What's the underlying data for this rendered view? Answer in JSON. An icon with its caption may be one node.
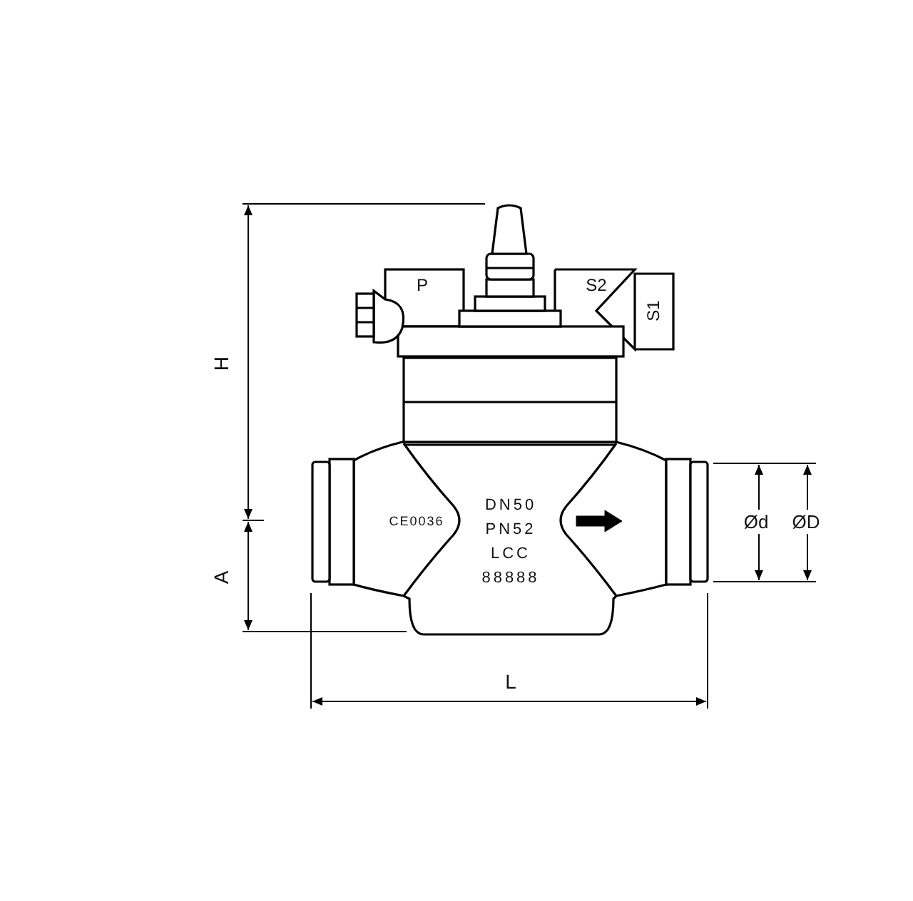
{
  "diagram": {
    "labels": [
      "H",
      "A",
      "L",
      "Ød",
      "ØD",
      "P",
      "S2",
      "S1",
      "CE0036",
      "DN50",
      "PN52",
      "LCC",
      "88888"
    ]
  }
}
